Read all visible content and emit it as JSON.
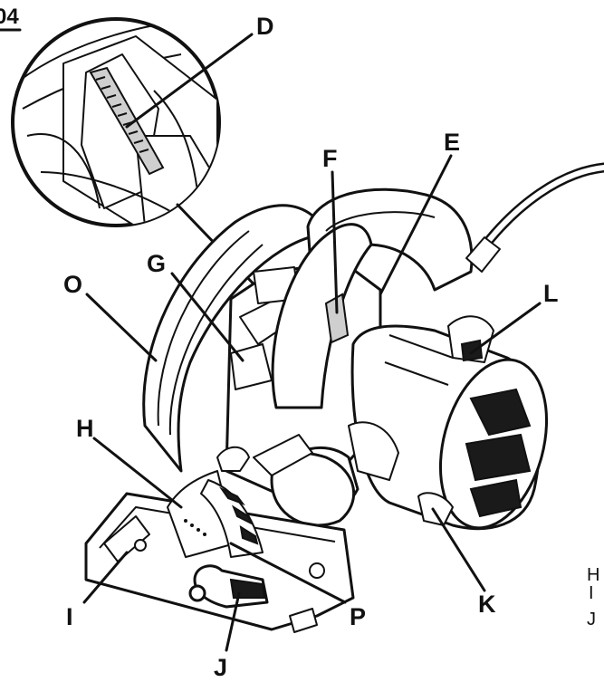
{
  "figure": {
    "number": "04"
  },
  "callouts": {
    "D": "D",
    "E": "E",
    "F": "F",
    "G": "G",
    "L": "L",
    "O": "O",
    "H": "H",
    "I": "I",
    "J": "J",
    "K": "K",
    "P": "P"
  },
  "side_text": {
    "h": "H",
    "i": "I",
    "j": "J"
  }
}
